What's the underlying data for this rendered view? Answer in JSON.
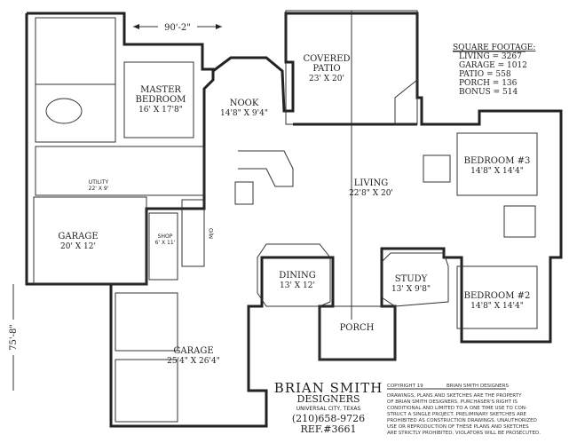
{
  "dimensions": {
    "width_label": "90'-2\"",
    "depth_label": "75'-8\""
  },
  "rooms": {
    "master_bedroom": {
      "name1": "MASTER",
      "name2": "BEDROOM",
      "size": "16' X 17'8\""
    },
    "nook": {
      "name": "NOOK",
      "size": "14'8\" X 9'4\""
    },
    "covered_patio": {
      "name1": "COVERED",
      "name2": "PATIO",
      "size": "23' X 20'"
    },
    "living": {
      "name": "LIVING",
      "size": "22'8\" X 20'"
    },
    "bedroom3": {
      "name": "BEDROOM #3",
      "size": "14'8\" X 14'4\""
    },
    "bedroom2": {
      "name": "BEDROOM #2",
      "size": "14'8\" X 14'4\""
    },
    "study": {
      "name": "STUDY",
      "size": "13' X 9'8\""
    },
    "dining": {
      "name": "DINING",
      "size": "13' X 12'"
    },
    "porch": {
      "name": "PORCH"
    },
    "utility": {
      "name": "UTILITY",
      "size": "22' X 9'"
    },
    "garage_small": {
      "name": "GARAGE",
      "size": "20' X 12'"
    },
    "shop": {
      "name": "SHOP",
      "size": "6' X 11'"
    },
    "garage_main": {
      "name": "GARAGE",
      "size": "25'4\" X 26'4\""
    },
    "mw_label": "M/O"
  },
  "square_footage": {
    "title": "SQUARE FOOTAGE:",
    "lines": [
      "LIVING = 3267",
      "GARAGE = 1012",
      "PATIO = 558",
      "PORCH = 136",
      "BONUS = 514"
    ]
  },
  "designer": {
    "name": "BRIAN SMITH",
    "subtitle": "DESIGNERS",
    "location": "UNIVERSAL CITY, TEXAS",
    "phone": "(210)658-9726",
    "ref": "REF.#3661"
  },
  "copyright": {
    "header_left": "COPYRIGHT 19",
    "header_right": "BRIAN SMITH DESIGNERS",
    "lines": [
      "DRAWINGS, PLANS AND SKETCHES ARE THE PROPERTY",
      "OF BRIAN SMITH DESIGNERS. PURCHASER'S RIGHT IS",
      "CONDITIONAL AND LIMITED TO A ONE TIME USE TO CON-",
      "STRUCT A SINGLE PROJECT. PRELIMINARY SKETCHES ARE",
      "PROHIBITED AS CONSTRUCTION DRAWINGS. UNAUTHORIZED",
      "USE OR REPRODUCTION OF THESE PLANS AND SKETCHES",
      "ARE STRICTLY PROHIBITED. VIOLATORS WILL BE PROSECUTED."
    ]
  }
}
